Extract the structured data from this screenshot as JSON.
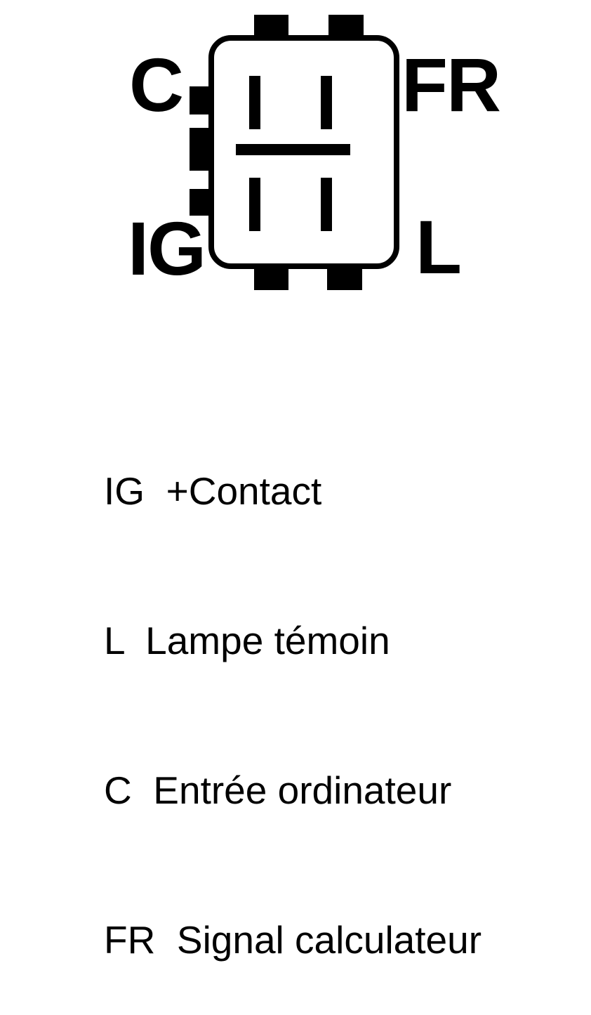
{
  "pin_labels": {
    "c": "C",
    "fr": "FR",
    "ig": "IG",
    "l": "L"
  },
  "legend": [
    {
      "code": "IG",
      "desc": "+Contact"
    },
    {
      "code": "L",
      "desc": "Lampe témoin"
    },
    {
      "code": "C",
      "desc": "Entrée ordinateur"
    },
    {
      "code": "FR",
      "desc": "Signal calculateur"
    }
  ]
}
